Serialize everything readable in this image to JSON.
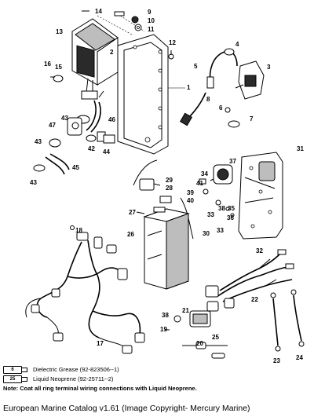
{
  "callouts": {
    "c1": "1",
    "c2": "2",
    "c3": "3",
    "c4": "4",
    "c5": "5",
    "c6": "6",
    "c7": "7",
    "c8": "8",
    "c9": "9",
    "c10": "10",
    "c11": "11",
    "c12": "12",
    "c13": "13",
    "c14": "14",
    "c15": "15",
    "c16": "16",
    "c17": "17",
    "c18": "18",
    "c19": "19",
    "c20": "20",
    "c21": "21",
    "c22": "22",
    "c23": "23",
    "c24": "24",
    "c25": "25",
    "c26": "26",
    "c27": "27",
    "c28": "28",
    "c29": "29",
    "c30": "30",
    "c31": "31",
    "c32": "32",
    "c33": "33",
    "c34": "34",
    "c35": "35",
    "c36": "36",
    "c37": "37",
    "c38": "38",
    "c39": "39",
    "c40": "40",
    "c41": "41",
    "c42": "42",
    "c43": "43",
    "c44": "44",
    "c45": "45",
    "c46": "46",
    "c47": "47"
  },
  "legend": {
    "items": [
      {
        "code": "6",
        "text": "Dielectric Grease (92-823506--1)"
      },
      {
        "code": "25",
        "text": "Liquid Neoprene (92-25711--2)"
      }
    ],
    "note": "Note: Coat all ring terminal wiring connections with Liquid Neoprene."
  },
  "caption": "European Marine Catalog v1.61 (Image Copyright- Mercury Marine)"
}
